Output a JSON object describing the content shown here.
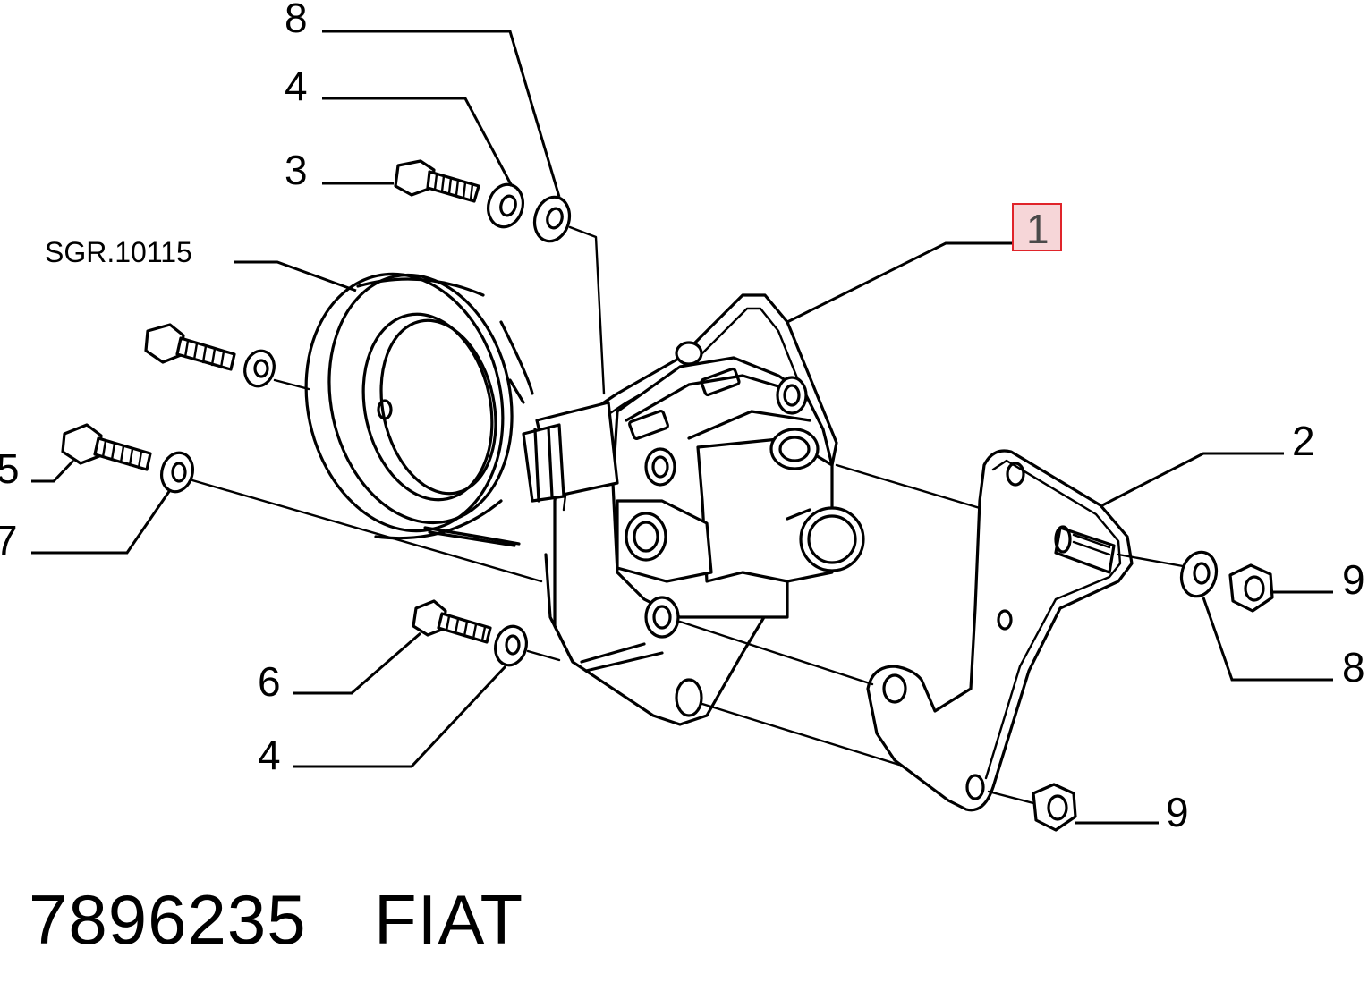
{
  "diagram": {
    "reference_group": "SGR.10115",
    "part_number": "7896235",
    "brand": "FIAT",
    "highlighted_callout": "1",
    "highlight_color": "#e0242a",
    "highlight_fill": "#f6d6d8",
    "callouts": {
      "c8_top": "8",
      "c4_top": "4",
      "c3": "3",
      "c1": "1",
      "c2": "2",
      "c5": "5",
      "c7": "7",
      "c9_right": "9",
      "c8_right": "8",
      "c6": "6",
      "c4_bottom": "4",
      "c9_bottom": "9"
    }
  }
}
